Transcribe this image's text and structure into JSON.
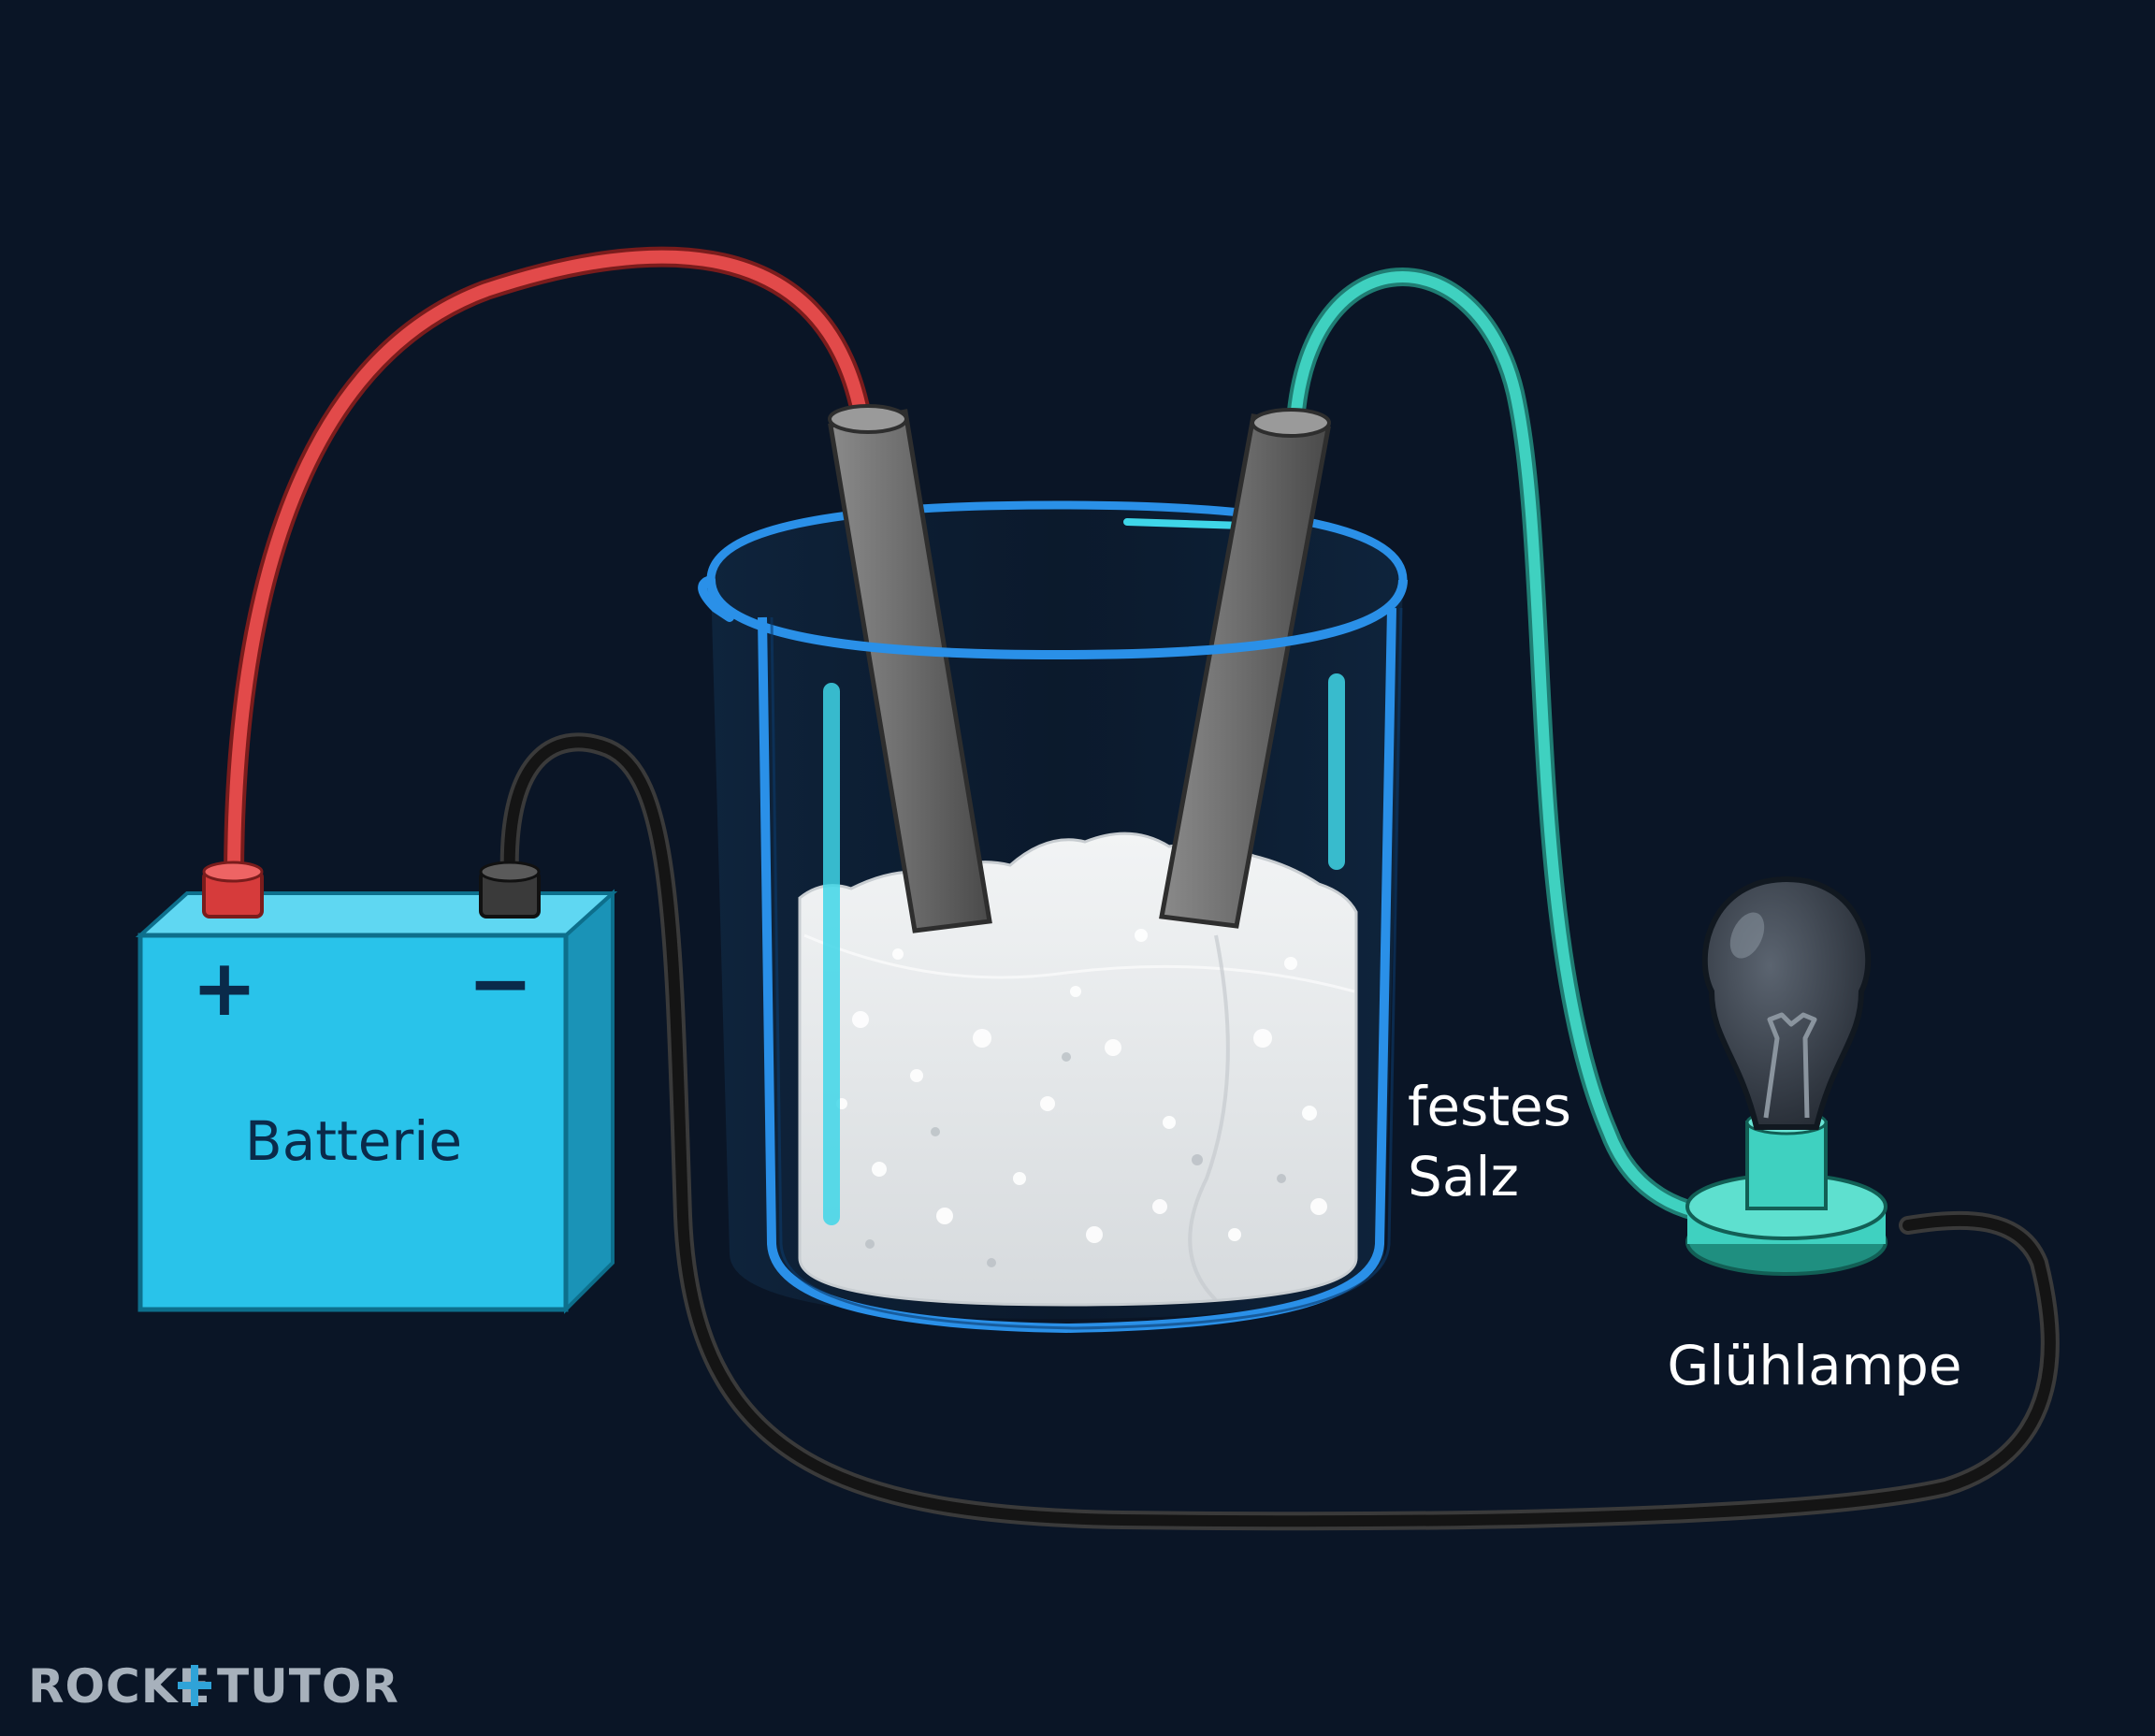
{
  "labels": {
    "battery": "Batterie",
    "battery_plus": "+",
    "battery_minus": "−",
    "salt_line1": "festes",
    "salt_line2": "Salz",
    "lamp": "Glühlampe"
  },
  "logo": {
    "text": "ROCKETTUTOR"
  },
  "colors": {
    "background": "#0a1526",
    "battery": "#29c3ea",
    "wire_positive": "#e24a4a",
    "wire_lamp": "#3fd1c0",
    "wire_negative": "#1c1c1c",
    "beaker_outline": "#2a90e8",
    "salt": "#e8ecef"
  }
}
